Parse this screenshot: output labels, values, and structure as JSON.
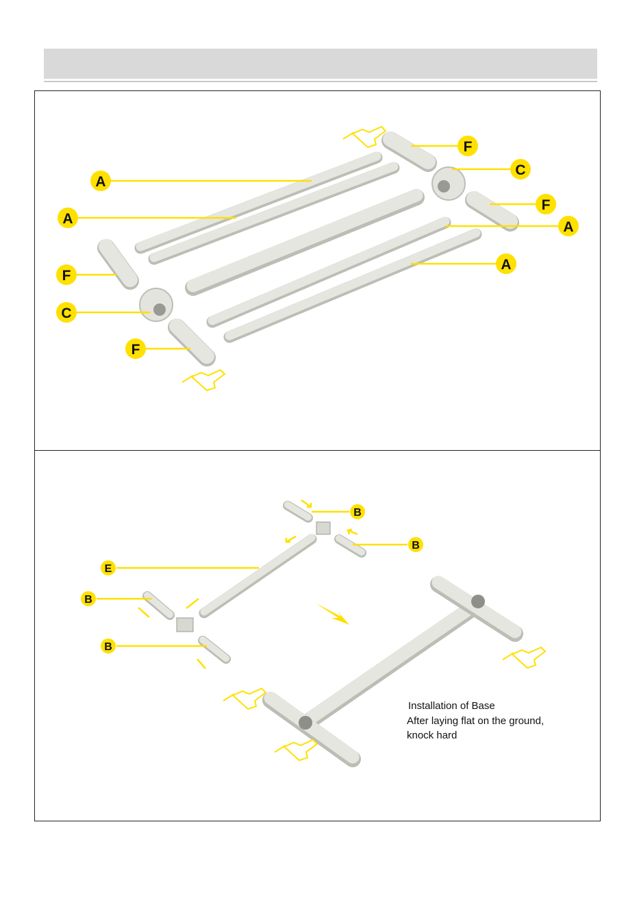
{
  "labels": {
    "a": "A",
    "b": "B",
    "c": "C",
    "e": "E",
    "f": "F"
  },
  "instructions": {
    "title": "Installation of Base",
    "line1": "After laying flat on the ground,",
    "line2": "knock hard"
  },
  "colors": {
    "accent": "#ffe000",
    "pipe": "#e6e6e1",
    "header": "#d9d9d9"
  },
  "icons": [
    "mallet-icon",
    "arrow-icon"
  ]
}
